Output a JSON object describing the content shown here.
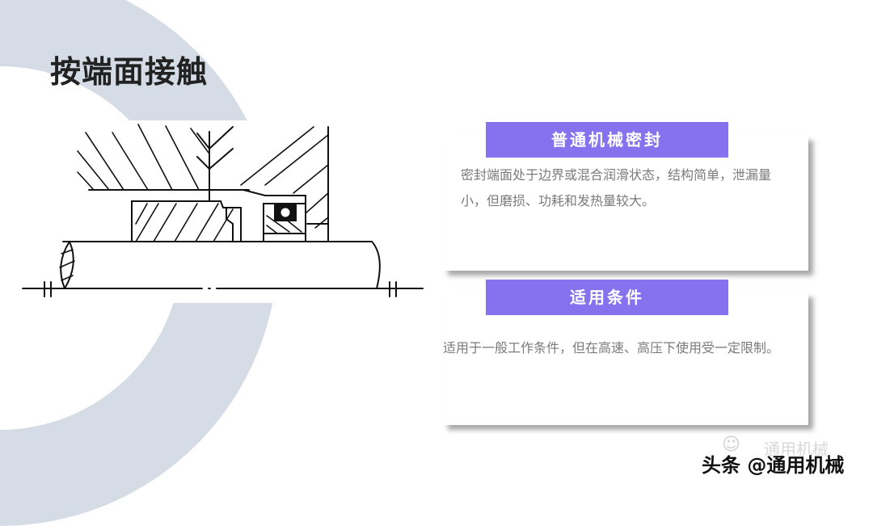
{
  "slide": {
    "title": "按端面接触",
    "background_color": "#ffffff",
    "ring_color": "#d5dce5"
  },
  "figure": {
    "description": "mechanical seal cross-section drawing"
  },
  "cards": [
    {
      "header": "普通机械密封",
      "body": "密封端面处于边界或混合润滑状态，结构简单，泄漏量小，但磨损、功耗和发热量较大。"
    },
    {
      "header": "适用条件",
      "body": "适用于一般工作条件，但在高速、高压下使用受一定限制。"
    }
  ],
  "accent_color": "#8671ee",
  "watermark": {
    "text": "头条 @通用机械",
    "ghost_text": "通用机械",
    "logo_icon": "wechat-logo-icon"
  }
}
